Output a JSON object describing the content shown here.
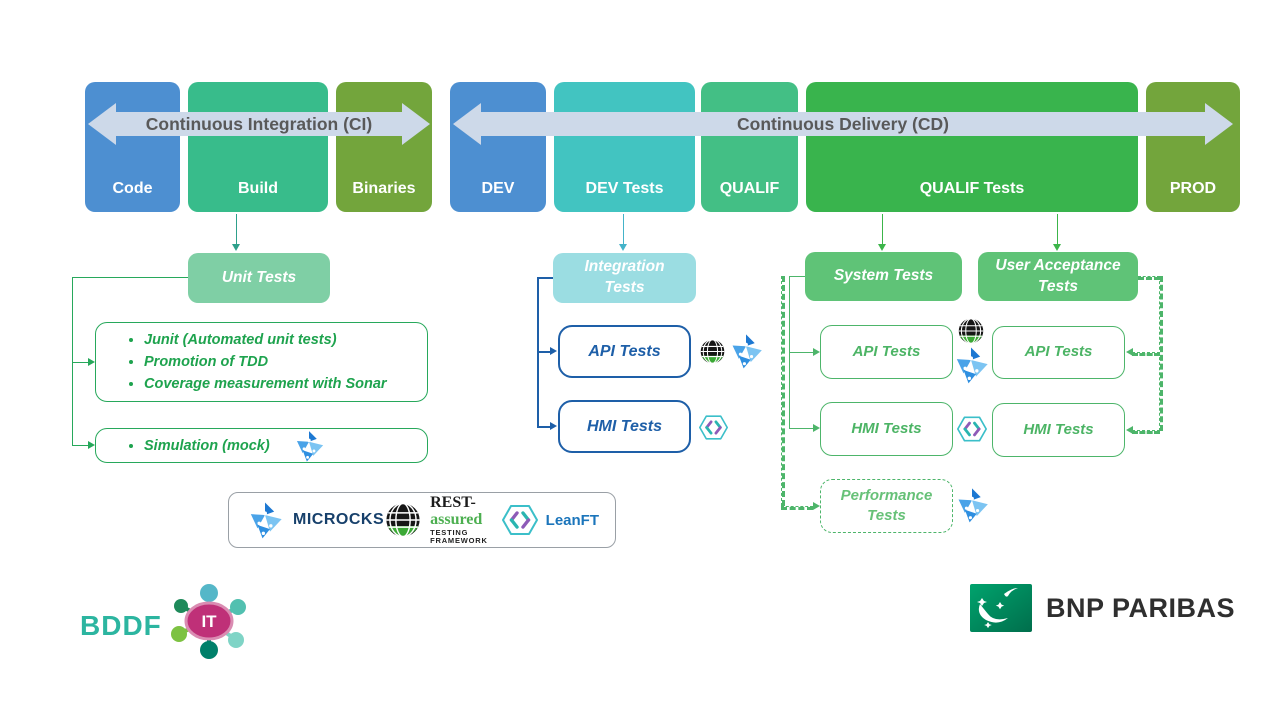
{
  "ci": {
    "arrow_label": "Continuous Integration (CI)",
    "stages": [
      {
        "label": "Code"
      },
      {
        "label": "Build"
      },
      {
        "label": "Binaries"
      }
    ]
  },
  "cd": {
    "arrow_label": "Continuous Delivery (CD)",
    "stages": [
      {
        "label": "DEV"
      },
      {
        "label": "DEV Tests"
      },
      {
        "label": "QUALIF"
      },
      {
        "label": "QUALIF Tests"
      },
      {
        "label": "PROD"
      }
    ]
  },
  "ci_tests": {
    "unit_tests_label": "Unit Tests",
    "bullets": [
      "Junit (Automated unit tests)",
      "Promotion of TDD",
      "Coverage measurement with Sonar"
    ],
    "simulation_label": "Simulation (mock)"
  },
  "dev_tests": {
    "integration_label": "Integration Tests",
    "api_label": "API Tests",
    "hmi_label": "HMI Tests"
  },
  "qualif_tests": {
    "system_label": "System Tests",
    "uat_label": "User Acceptance Tests",
    "system_api_label": "API Tests",
    "system_hmi_label": "HMI Tests",
    "uat_api_label": "API Tests",
    "uat_hmi_label": "HMI Tests",
    "performance_label": "Performance Tests"
  },
  "legend": {
    "microcks_label": "MICROCKS",
    "rest_part1": "REST-",
    "rest_part2": "assured",
    "rest_sub": "TESTING FRAMEWORK",
    "leanft_label": "LeanFT"
  },
  "footer": {
    "bddf_label": "BDDF",
    "bddf_it_label": "IT",
    "bnp_label": "BNP PARIBAS"
  },
  "colors": {
    "stage_blue": "#4d8fd1",
    "stage_green": "#38bc8b",
    "stage_olive": "#73a53c",
    "stage_teal": "#42c4c1",
    "qualif_tests_green": "#39b44d",
    "arrow_band": "#cdd9e9",
    "outline_green": "#27a85b",
    "outline_blue": "#1e5fa8",
    "soft_green": "#5fc377"
  }
}
